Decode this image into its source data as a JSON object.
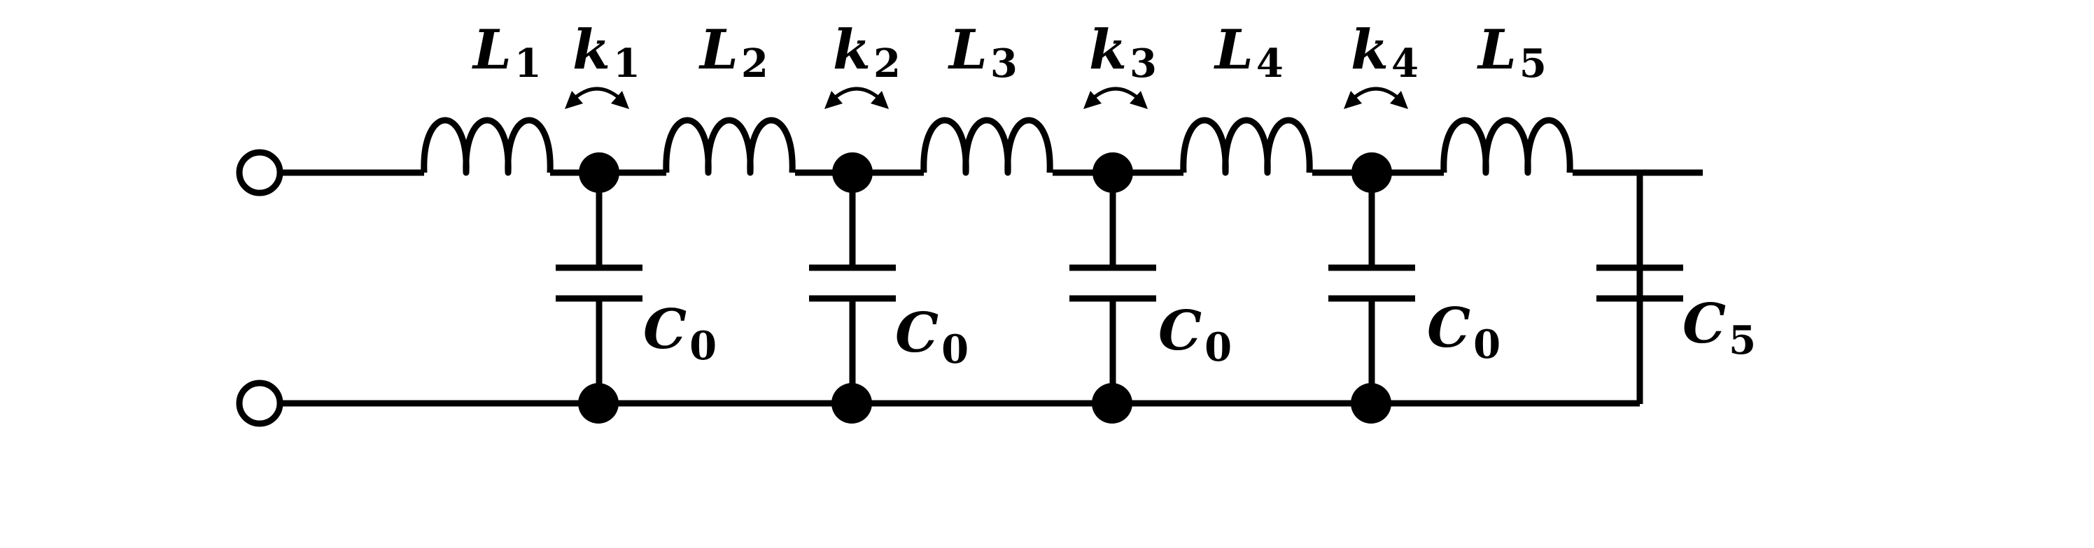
{
  "diagram": {
    "inductors": [
      {
        "symbol": "L",
        "subscript": "1"
      },
      {
        "symbol": "L",
        "subscript": "2"
      },
      {
        "symbol": "L",
        "subscript": "3"
      },
      {
        "symbol": "L",
        "subscript": "4"
      },
      {
        "symbol": "L",
        "subscript": "5"
      }
    ],
    "couplings": [
      {
        "symbol": "k",
        "subscript": "1"
      },
      {
        "symbol": "k",
        "subscript": "2"
      },
      {
        "symbol": "k",
        "subscript": "3"
      },
      {
        "symbol": "k",
        "subscript": "4"
      }
    ],
    "capacitors": [
      {
        "symbol": "C",
        "subscript": "0"
      },
      {
        "symbol": "C",
        "subscript": "0"
      },
      {
        "symbol": "C",
        "subscript": "0"
      },
      {
        "symbol": "C",
        "subscript": "0"
      },
      {
        "symbol": "C",
        "subscript": "5"
      }
    ]
  }
}
